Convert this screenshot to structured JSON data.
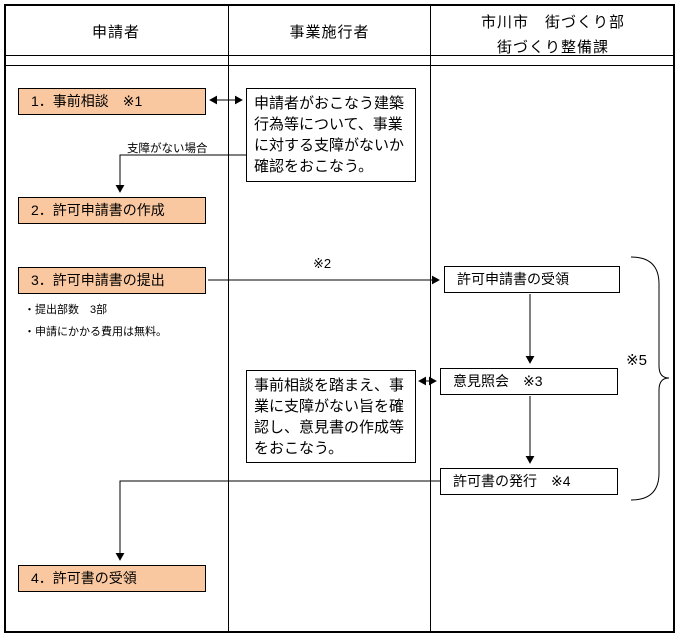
{
  "colors": {
    "step_fill": "#FAC8A0",
    "line": "#000000",
    "background": "#FFFFFF"
  },
  "header": {
    "applicant": "申請者",
    "operator": "事業施行者",
    "city_line1": "市川市　街づくり部",
    "city_line2": "街づくり整備課"
  },
  "applicant": {
    "step1": "1．事前相談　※1",
    "step2": "2．許可申請書の作成",
    "step3": "3．許可申請書の提出",
    "step4": "4．許可書の受領",
    "notes": [
      "・提出部数　3部",
      "・申請にかかる費用は無料。"
    ]
  },
  "operator": {
    "note_top": "申請者がおこなう建築行為等について、事業に対する支障がないか確認をおこなう。",
    "note_bottom": "事前相談を踏まえ、事業に支障がない旨を確認し、意見書の作成等をおこなう。"
  },
  "city": {
    "receive": "許可申請書の受領",
    "inquiry": "意見照会　※3",
    "issue": "許可書の発行　※4"
  },
  "labels": {
    "no_problem": "支障がない場合",
    "ref2": "※2",
    "ref5": "※5"
  },
  "edges": [
    {
      "from": "step-pre-consultation",
      "to": "operator-note-top",
      "type": "bidirectional"
    },
    {
      "from": "operator-note-top",
      "to": "step-create-application",
      "type": "down",
      "label": "支障がない場合"
    },
    {
      "from": "step-submit-application",
      "to": "city-receive-application",
      "type": "right",
      "label": "※2"
    },
    {
      "from": "city-receive-application",
      "to": "city-opinion-inquiry",
      "type": "down"
    },
    {
      "from": "city-opinion-inquiry",
      "to": "operator-note-bottom",
      "type": "bidirectional"
    },
    {
      "from": "city-opinion-inquiry",
      "to": "city-issue-permit",
      "type": "down"
    },
    {
      "from": "city-issue-permit",
      "to": "step-receive-permit",
      "type": "left-down"
    }
  ]
}
